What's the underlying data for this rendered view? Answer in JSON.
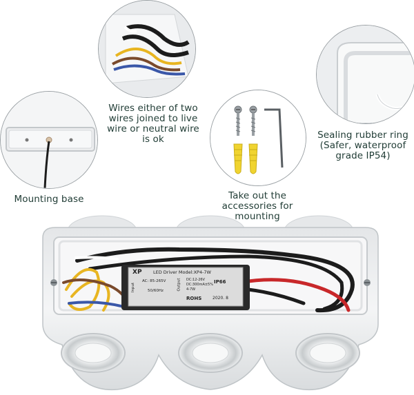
{
  "captions": {
    "wires": [
      "Wires either of two",
      "wires joined to live",
      "wire or neutral wire",
      "is ok"
    ],
    "sealing": [
      "Sealing rubber ring",
      "(Safer, waterproof",
      "grade IP54)"
    ],
    "mounting": [
      "Mounting base"
    ],
    "accessories": [
      "Take out the",
      "accessories for",
      "mounting"
    ]
  },
  "driver_label": {
    "brand": "XP",
    "model": "LED Driver Model:XP4-7W",
    "input_side": "Input",
    "output_side": "Output",
    "input_spec_1": "AC: 85-265V",
    "input_spec_2": "50/60Hz",
    "output_spec_1": "DC:12-26V",
    "output_spec_2": "DC:300mA±5%",
    "output_spec_3": "4-7W",
    "rating": "IP66",
    "cert": "ROHS",
    "date": "2020. 8"
  },
  "colors": {
    "caption_text": "#1f3b34",
    "housing": "#f2f3f4",
    "housing_shadow": "#cfd3d6",
    "wire_yellow": "#e8b521",
    "wire_brown": "#7a4a2c",
    "wire_blue": "#3a57a8",
    "wire_red": "#c8282a",
    "wire_black": "#1c1c1c",
    "anchor_yellow": "#f0d430",
    "driver_case": "#2a2a2a",
    "driver_label": "#dcdcdc"
  },
  "icons": [
    "screw-icon",
    "wall-anchor-icon",
    "allen-key-icon"
  ]
}
